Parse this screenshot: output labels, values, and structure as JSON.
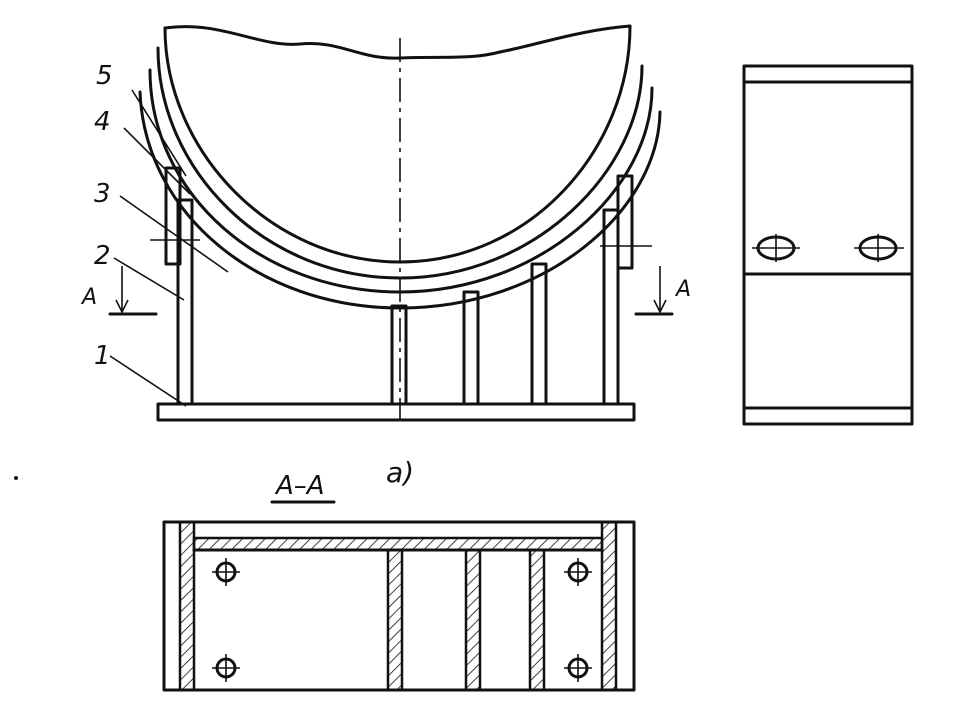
{
  "figure": {
    "sub_label": "a)",
    "section_title": "A–A",
    "cut_label_left": "A",
    "cut_label_right": "A"
  },
  "callouts": [
    {
      "label": "5"
    },
    {
      "label": "4"
    },
    {
      "label": "3"
    },
    {
      "label": "2"
    },
    {
      "label": "1"
    }
  ]
}
